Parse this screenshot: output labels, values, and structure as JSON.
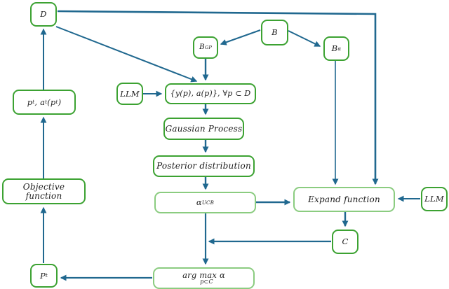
{
  "diagram": {
    "title": "LLM-guided Bayesian optimization flowchart",
    "colors": {
      "background": "#ffffff",
      "arrow": "#20688f",
      "box_border": "#3ca232",
      "box_border_light": "#8bcc80",
      "text": "#1c1c1c"
    }
  },
  "boxes": {
    "d": {
      "label": "D"
    },
    "b": {
      "label": "B"
    },
    "bgp": {
      "base": "B",
      "sub": "GP"
    },
    "balpha": {
      "base": "B",
      "sub": "α"
    },
    "llm_left": {
      "label": "LLM"
    },
    "sample_set": {
      "label": "{y(p), a(p)}, ∀p ⊂ D"
    },
    "gaussian_process": {
      "label": "Gaussian Process"
    },
    "posterior": {
      "label": "Posterior distribution"
    },
    "alpha_ucb": {
      "base": "α",
      "sub": "UCB"
    },
    "expand_function": {
      "label": "Expand function"
    },
    "llm_right": {
      "label": "LLM"
    },
    "c": {
      "label": "C"
    },
    "objective_function": {
      "label": "Objective function"
    },
    "pta": {
      "p1": "p",
      "s1": "t",
      "m1": ", a",
      "s2": "t",
      "m2": "(p",
      "s3": "t",
      "m3": ")"
    },
    "pt": {
      "base": "P",
      "sub": "t"
    },
    "argmax": {
      "main": "arg max α",
      "sub": "p⊂C"
    }
  },
  "edges": {
    "d_to_expand": "D → Expand function",
    "d_to_sample_set": "D → {y(p),a(p)}",
    "pta_to_d": "p_t,a_t(p_t) → D",
    "b_to_bgp": "B → B_GP",
    "b_to_balpha": "B → B_α",
    "bgp_to_sample_set": "B_GP → sample set",
    "llm_to_sample_set": "LLM → sample set",
    "sample_set_to_gp": "sample set → Gaussian Process",
    "gp_to_posterior": "Gaussian Process → Posterior distribution",
    "posterior_to_ucb": "Posterior distribution → α_UCB",
    "ucb_to_argmax": "α_UCB → arg max",
    "ucb_to_expand": "α_UCB → Expand function",
    "balpha_to_expand": "B_α → Expand function",
    "llm_to_expand": "LLM → Expand function",
    "expand_to_c": "Expand function → C",
    "c_to_argmax_line": "C → (α_UCB→arg max line)",
    "argmax_to_pt": "arg max → P_t",
    "pt_to_objective": "P_t → Objective function",
    "objective_to_pta": "Objective function → p_t,a_t(p_t)"
  }
}
